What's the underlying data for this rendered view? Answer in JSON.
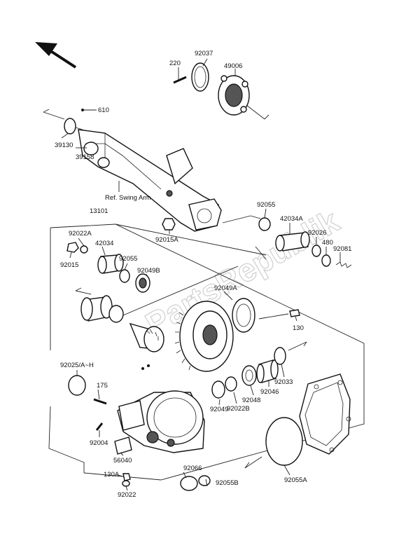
{
  "watermark": "PartsRepublik",
  "labels": {
    "p220": "220",
    "p92037": "92037",
    "p49006": "49006",
    "p610": "610",
    "p39130": "39130",
    "p39158": "39158",
    "ref": "Ref. Swing Arm",
    "p13101": "13101",
    "p92015A": "92015A",
    "p92055_top": "92055",
    "p42034A": "42034A",
    "p92026": "92026",
    "p480": "480",
    "p92081": "92081",
    "p92022A": "92022A",
    "p42034": "42034",
    "p92015": "92015",
    "p92055_mid": "92055",
    "p92049B": "92049B",
    "p92049A": "92049A",
    "p130": "130",
    "p92025": "92025/A~H",
    "p175": "175",
    "p92004": "92004",
    "p56040": "56040",
    "p130A": "130A",
    "p92022": "92022",
    "p92066": "92066",
    "p92055B": "92055B",
    "p92049": "92049",
    "p92022B": "92022B",
    "p92048": "92048",
    "p92046": "92046",
    "p92033": "92033",
    "p92055A": "92055A"
  }
}
